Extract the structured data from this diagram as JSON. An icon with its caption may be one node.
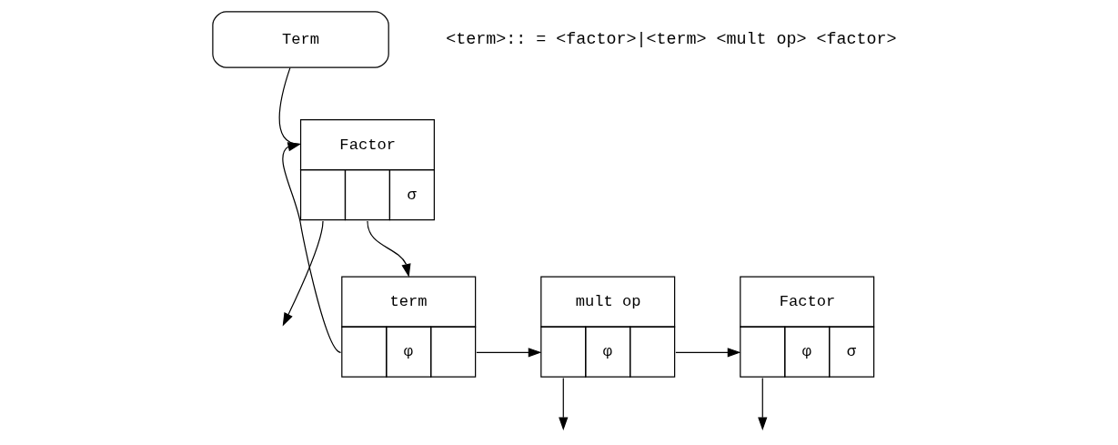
{
  "diagram": {
    "nodes": [
      {
        "text": [
          "Term"
        ]
      },
      {
        "text": [
          "Factor",
          "σ"
        ]
      },
      {
        "text": [
          "term",
          "φ"
        ]
      },
      {
        "text": [
          "mult op",
          "φ"
        ]
      },
      {
        "text": [
          "Factor",
          "φ",
          "σ"
        ]
      }
    ],
    "edges": [
      {
        "from": 0,
        "to": 1,
        "arrow": "none"
      },
      {
        "from": 1,
        "to": null,
        "arrow": "to"
      },
      {
        "from": 1,
        "to": 2,
        "arrow": "to"
      },
      {
        "from": 2,
        "to": 1,
        "arrow": "to"
      },
      {
        "from": 2,
        "to": 3,
        "arrow": "to"
      },
      {
        "from": 3,
        "to": null,
        "arrow": "to"
      },
      {
        "from": 3,
        "to": 4,
        "arrow": "to"
      },
      {
        "from": 4,
        "to": null,
        "arrow": "to"
      }
    ],
    "labels": [
      "<term>:: = <factor>|<term> <mult op> <factor>"
    ]
  }
}
